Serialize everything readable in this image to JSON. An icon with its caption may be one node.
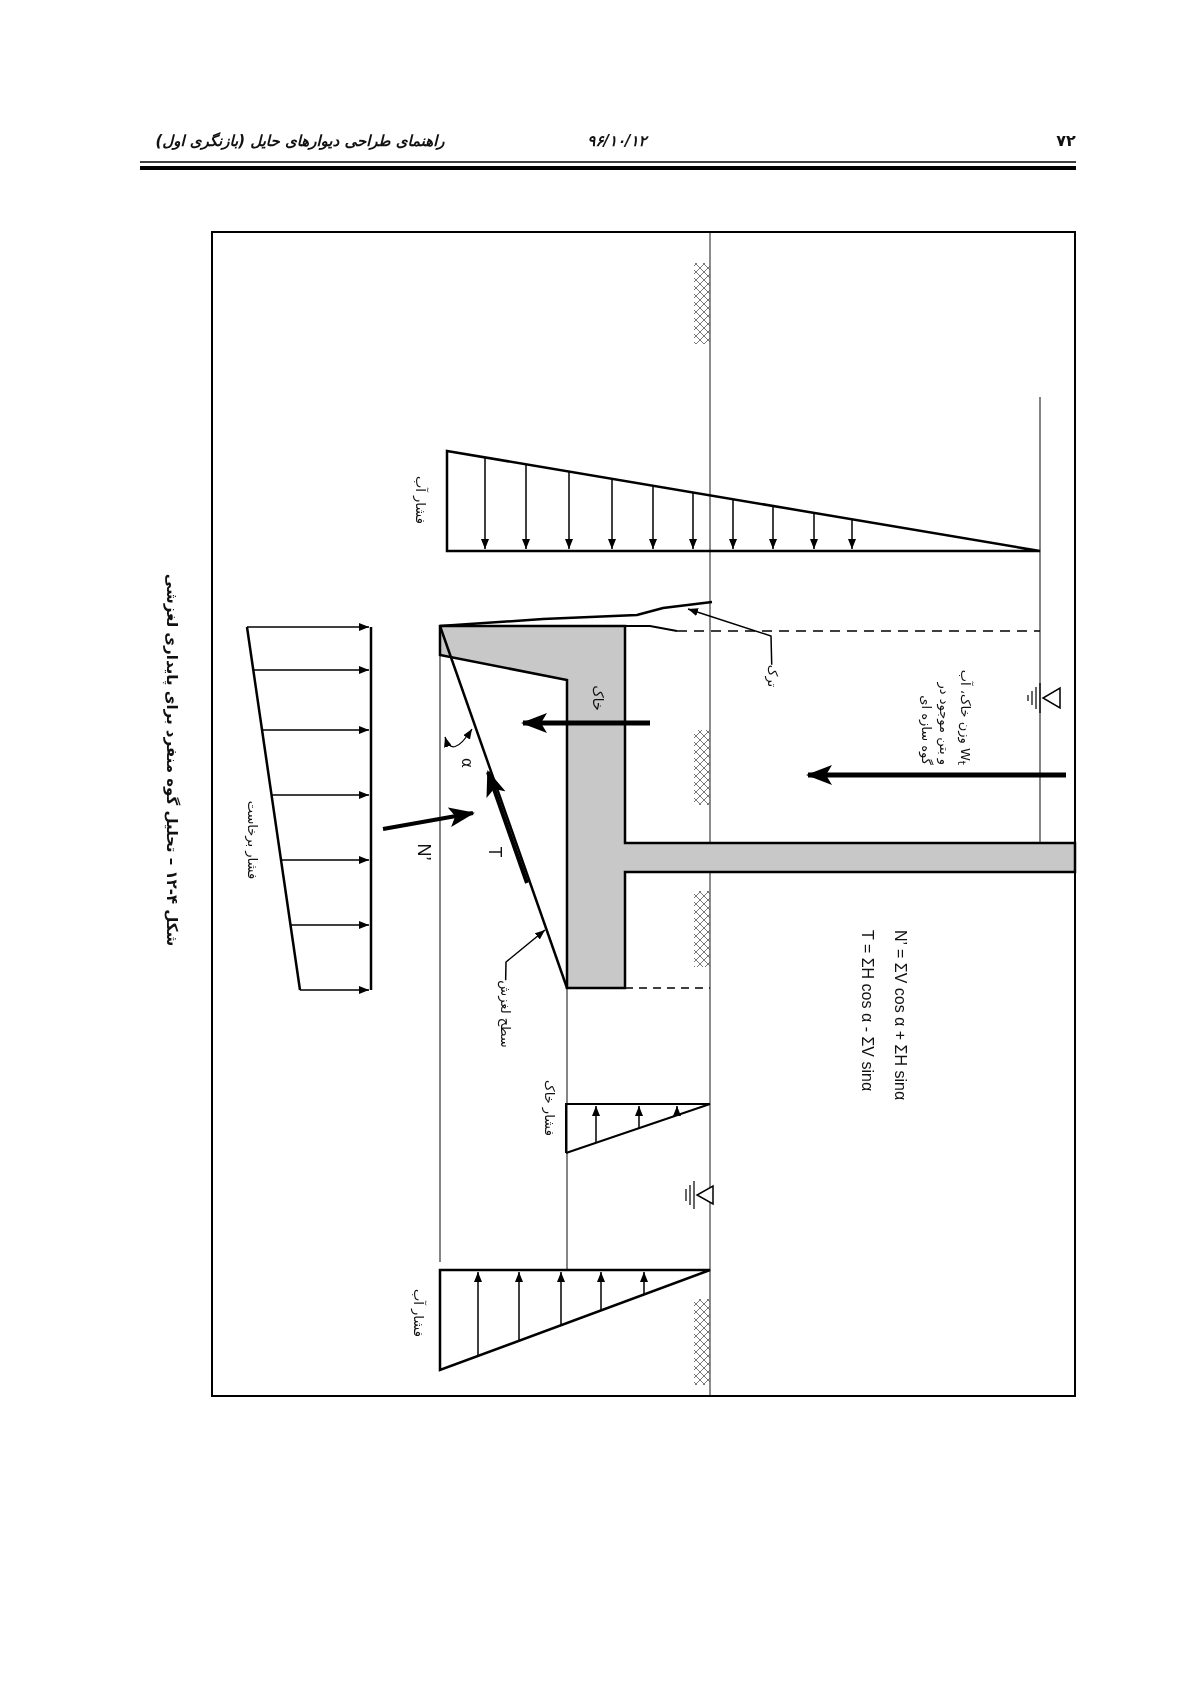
{
  "diagram": {
    "caption": "شکل ۴-۱۲ – تحلیل گوه منفرد برای پایداری لغزشی",
    "nodes": [
      {
        "text": [
          "ترک"
        ]
      },
      {
        "text": [],
        "shape": "line"
      },
      {
        "text": [
          "سطح لغزش"
        ]
      },
      {
        "text": [],
        "shape": "line"
      }
    ],
    "edges": [
      {
        "from": 0,
        "to": 1,
        "arrow": "to"
      },
      {
        "from": 2,
        "to": 3,
        "arrow": "to"
      }
    ],
    "labels": [
      "۷۲",
      "۹۶/۱۰/۱۲",
      "راهنمای طراحی دیوارهای حایل (بازنگری اول)",
      "فشار آب",
      "W$_{t}$ وزن خاک، آب و بتن موجود در گوه سازه ای",
      "خاک",
      "α",
      "N’",
      "T",
      "فشار برخاست",
      "N’ = ΣV cos α + ΣH sinα",
      "T = ΣH cos α - ΣV sinα",
      "فشار خاک",
      "فشار آب"
    ]
  }
}
